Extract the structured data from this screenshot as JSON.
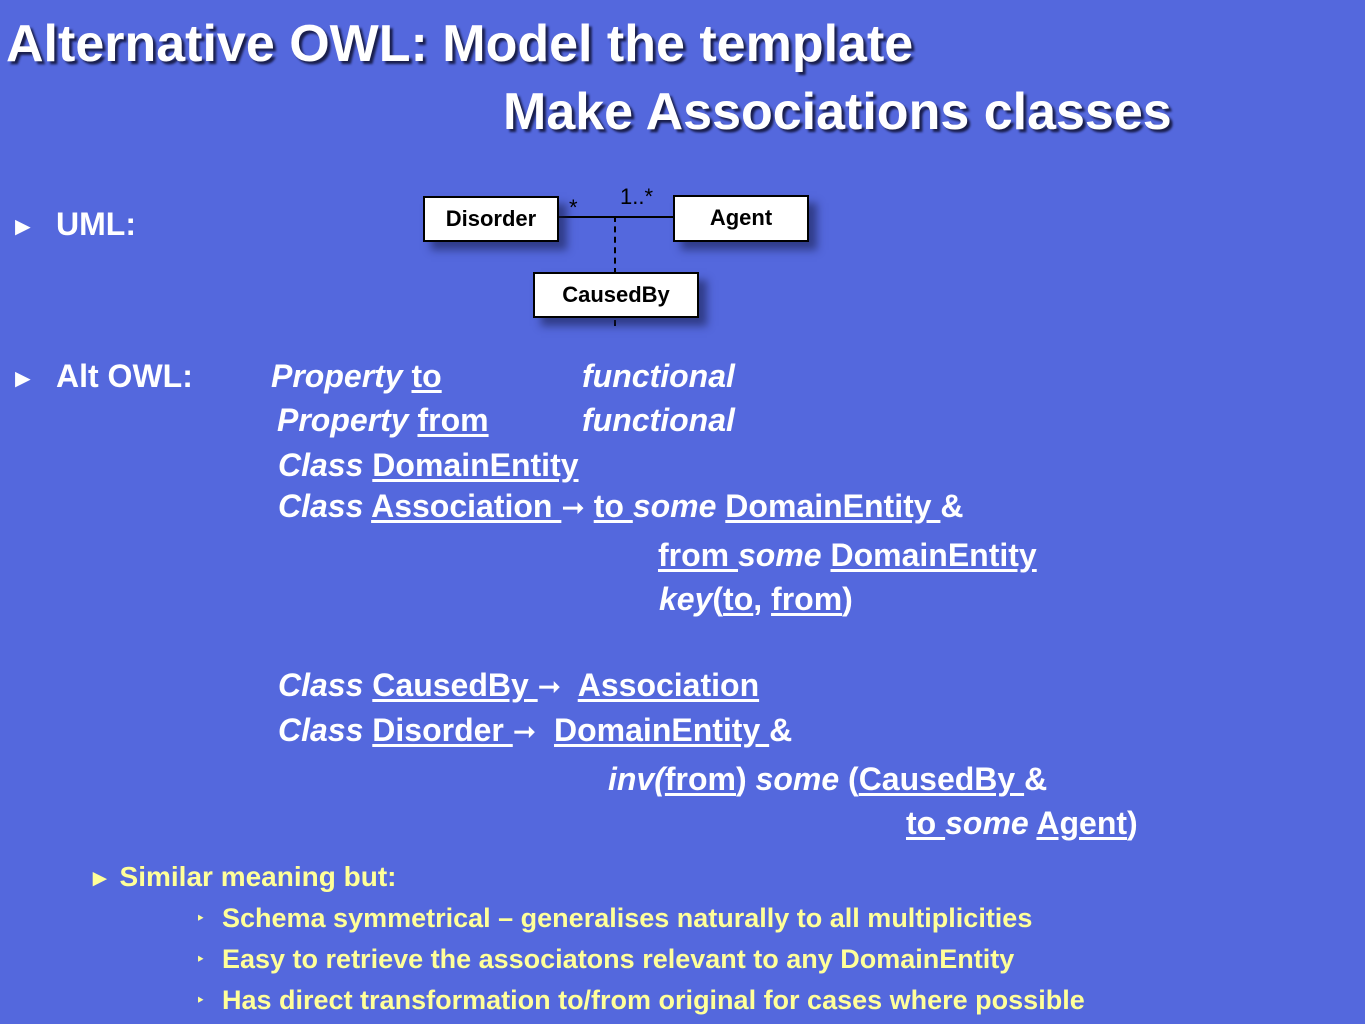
{
  "title": {
    "line1": "Alternative OWL: Model the template",
    "line2": "Make Associations classes"
  },
  "uml": {
    "label": "UML:",
    "boxes": {
      "disorder": "Disorder",
      "agent": "Agent",
      "causedby": "CausedBy"
    },
    "mult_left": "*",
    "mult_right": "1..*"
  },
  "altowl": {
    "label": "Alt OWL:",
    "arrow": "➞",
    "lines": {
      "l1": {
        "kw": "Property",
        "name": "to ",
        "mod": "functional"
      },
      "l2": {
        "kw": "Property",
        "name": "from",
        "mod": "functional"
      },
      "l3": {
        "kw": "Class",
        "name": "DomainEntity"
      },
      "l4": {
        "kw": "Class",
        "name": "Association ",
        "p1": "to ",
        "some": "some",
        "p2": "DomainEntity ",
        "amp": "&"
      },
      "l5": {
        "p1": "from ",
        "some": "some",
        "p2": "DomainEntity"
      },
      "l6": {
        "kw": "key",
        "open": "(",
        "a": "to",
        "comma": ", ",
        "b": "from",
        "close": ")"
      },
      "l7": {
        "kw": "Class",
        "name": "CausedBy ",
        "p1": "Association"
      },
      "l8": {
        "kw": "Class",
        "name": "Disorder ",
        "p1": "DomainEntity ",
        "amp": "&"
      },
      "l9": {
        "inv": "inv(",
        "from": "from",
        "mid": ") ",
        "some": "some",
        "open": " (",
        "cb": "CausedBy ",
        "amp": "&"
      },
      "l10": {
        "to": "to ",
        "some": "some",
        "agent": "Agent",
        "close": ")"
      }
    }
  },
  "similar": {
    "heading": "Similar meaning but:",
    "items": [
      "Schema symmetrical – generalises naturally to all multiplicities",
      "Easy to retrieve the associatons relevant to any DomainEntity",
      "Has direct transformation to/from original for cases where possible"
    ]
  },
  "icons": {
    "bullet": "►",
    "sub_bullet": "‣"
  },
  "colors": {
    "background": "#5468dd",
    "text": "#ffffff",
    "highlight": "#ffff99"
  }
}
